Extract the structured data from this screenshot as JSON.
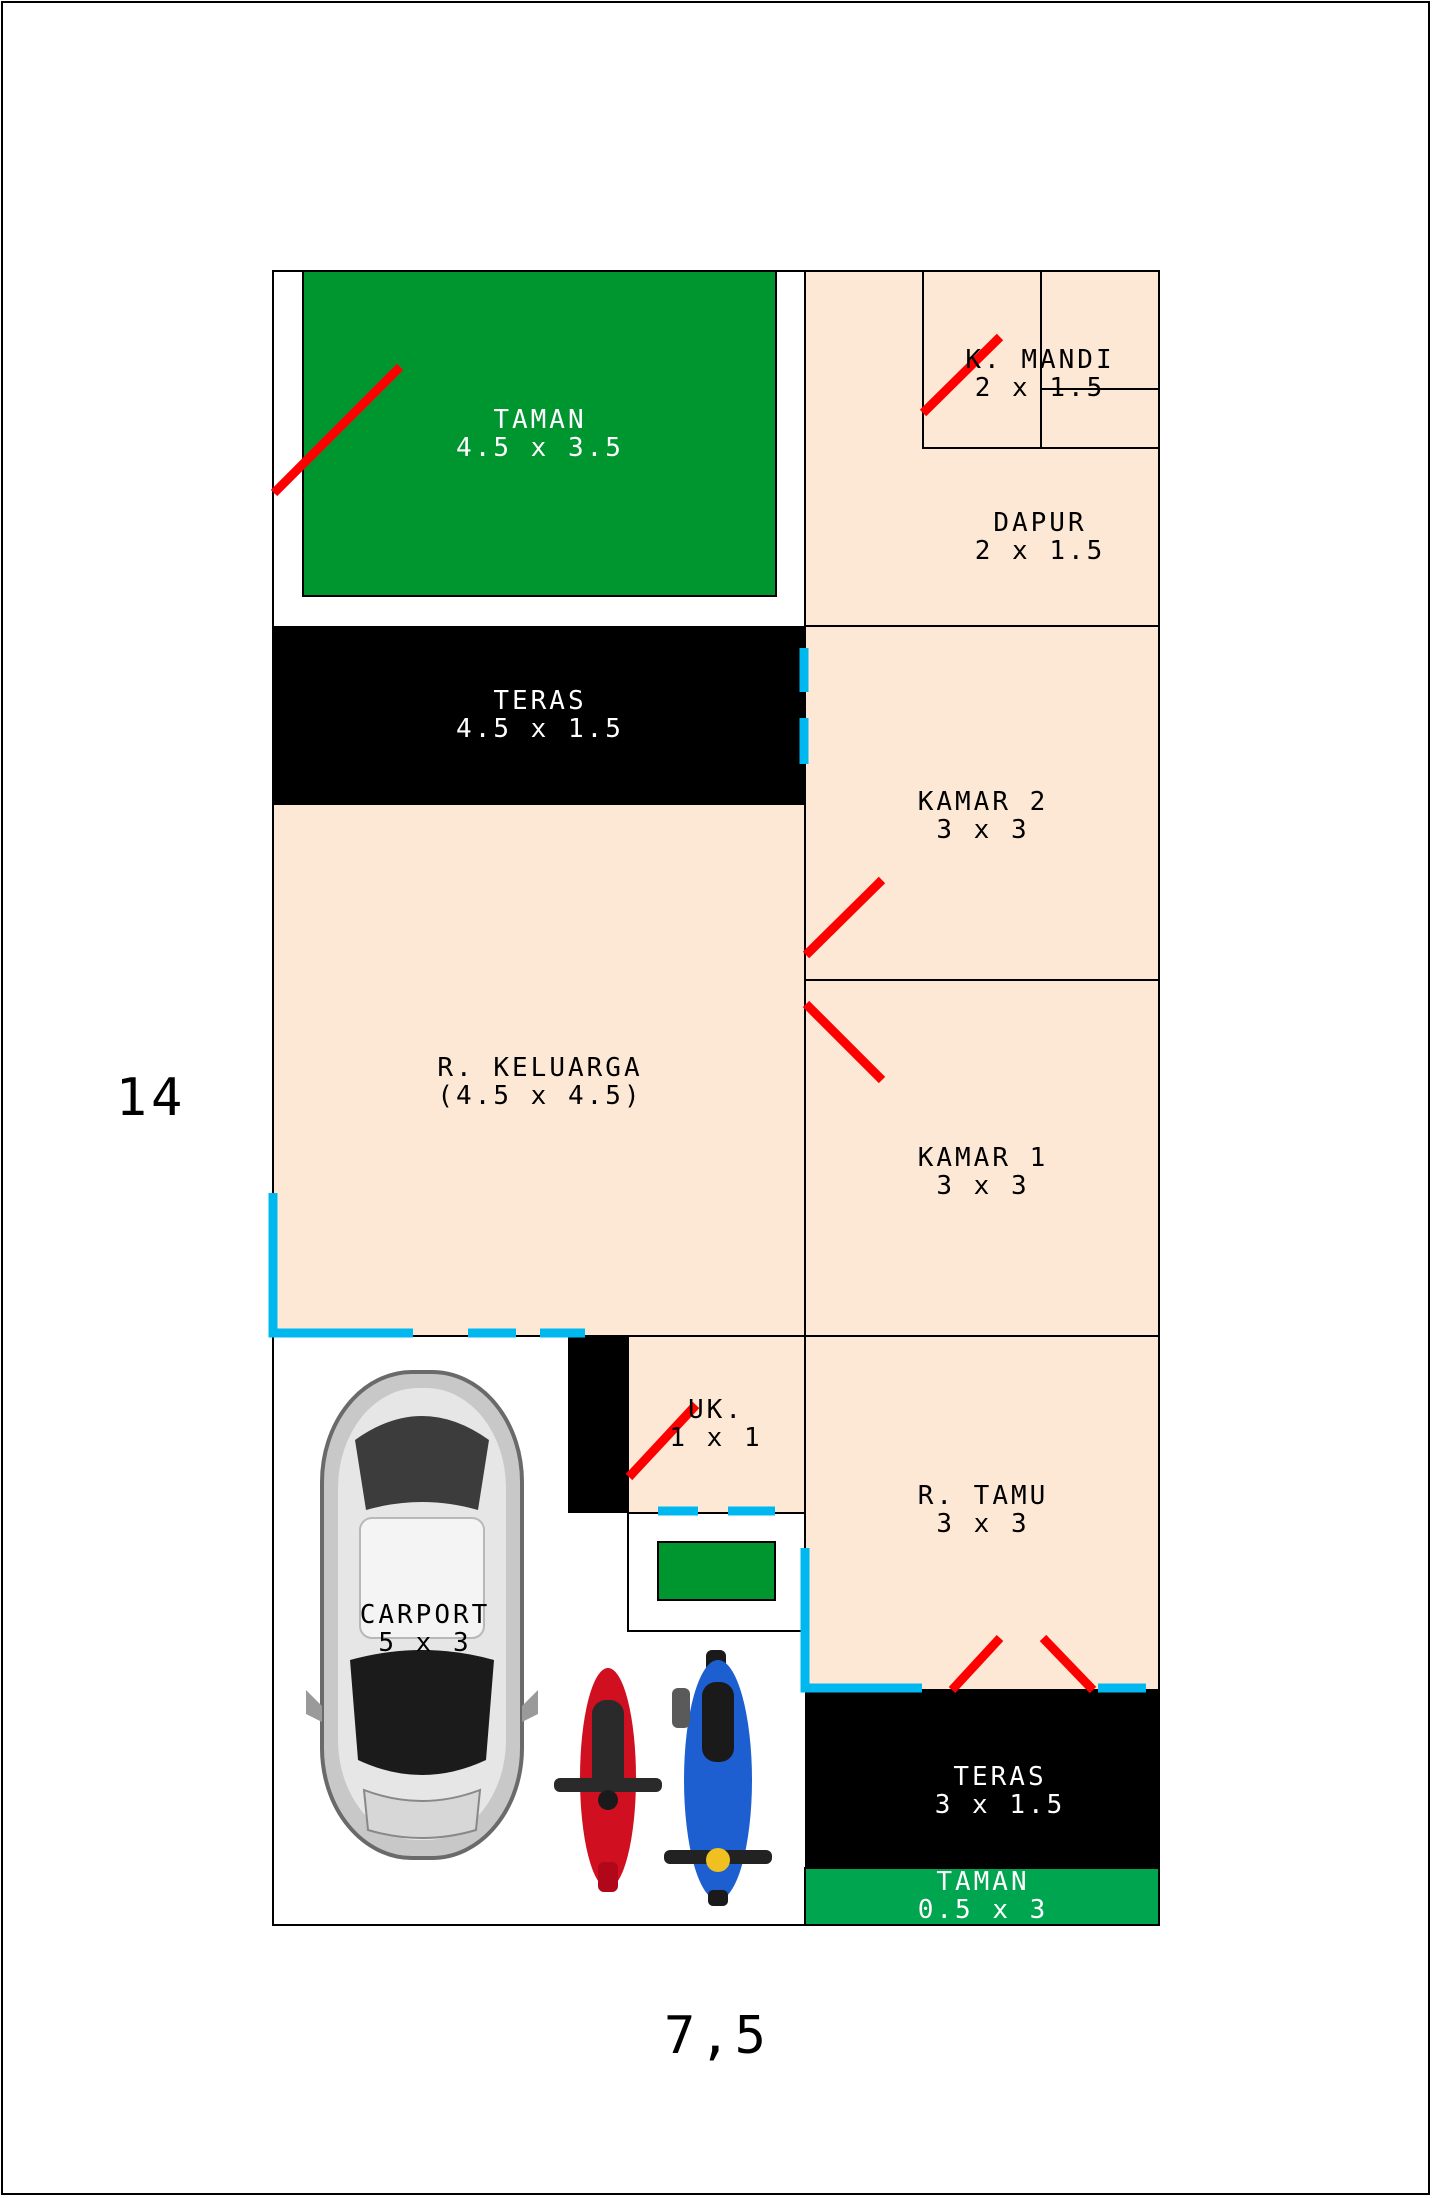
{
  "dimensions": {
    "width_label": "7,5",
    "length_label": "14"
  },
  "rooms": {
    "taman_back": {
      "name": "TAMAN",
      "size": "4.5 x 3.5"
    },
    "k_mandi": {
      "name": "K. MANDI",
      "size": "2 x 1.5"
    },
    "dapur": {
      "name": "DAPUR",
      "size": "2 x 1.5"
    },
    "teras_back": {
      "name": "TERAS",
      "size": "4.5 x 1.5"
    },
    "kamar_2": {
      "name": "KAMAR 2",
      "size": "3 x 3"
    },
    "r_keluarga": {
      "name": "R. KELUARGA",
      "size": "(4.5 x 4.5)"
    },
    "kamar_1": {
      "name": "KAMAR 1",
      "size": "3 x 3"
    },
    "wc": {
      "name": "UK.",
      "size": "1 x 1"
    },
    "r_tamu": {
      "name": "R. TAMU",
      "size": "3 x 3"
    },
    "carport": {
      "name": "CARPORT",
      "size": "5 x 3"
    },
    "teras_front": {
      "name": "TERAS",
      "size": "3 x 1.5"
    },
    "taman_front": {
      "name": "TAMAN",
      "size": "0.5 x 3"
    }
  },
  "colors": {
    "room_fill": "#fde8d5",
    "garden_fill": "#00962f",
    "front_garden_fill": "#00a550",
    "terrace_fill": "#000000",
    "door_swing": "#ff0000",
    "window": "#00b8f0",
    "wall": "#000000"
  },
  "vehicles": [
    "car-top-view",
    "red-scooter-top-view",
    "blue-motorbike-top-view"
  ]
}
